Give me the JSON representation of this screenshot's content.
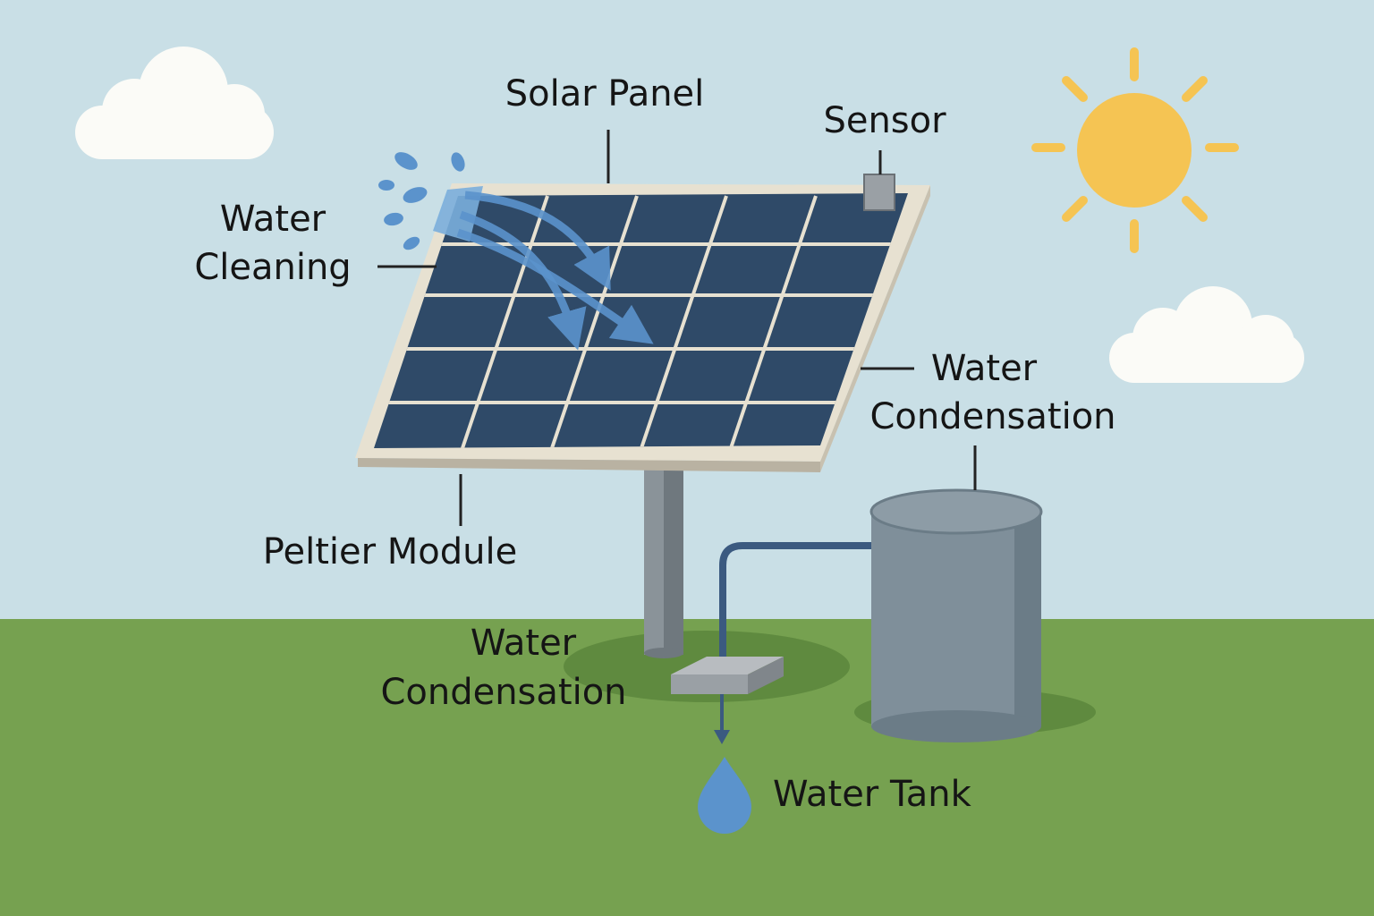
{
  "labels": {
    "solar_panel": "Solar Panel",
    "sensor": "Sensor",
    "water_cleaning_line1": "Water",
    "water_cleaning_line2": "Cleaning",
    "water_condensation_right_line1": "Water",
    "water_condensation_right_line2": "Condensation",
    "peltier_module": "Peltier Module",
    "water_condensation_bottom_line1": "Water",
    "water_condensation_bottom_line2": "Condensation",
    "water_tank": "Water Tank"
  },
  "colors": {
    "sky": "#c9dfe6",
    "grass": "#76a150",
    "panel_cells": "#2f4a68",
    "panel_frame": "#efeadc",
    "sun": "#f5c453",
    "water": "#5b93cc",
    "tank": "#7f8f9a",
    "pipe": "#3b5a80"
  },
  "icons": [
    "sun-icon",
    "cloud-icon",
    "water-drop-icon",
    "arrow-icon"
  ]
}
